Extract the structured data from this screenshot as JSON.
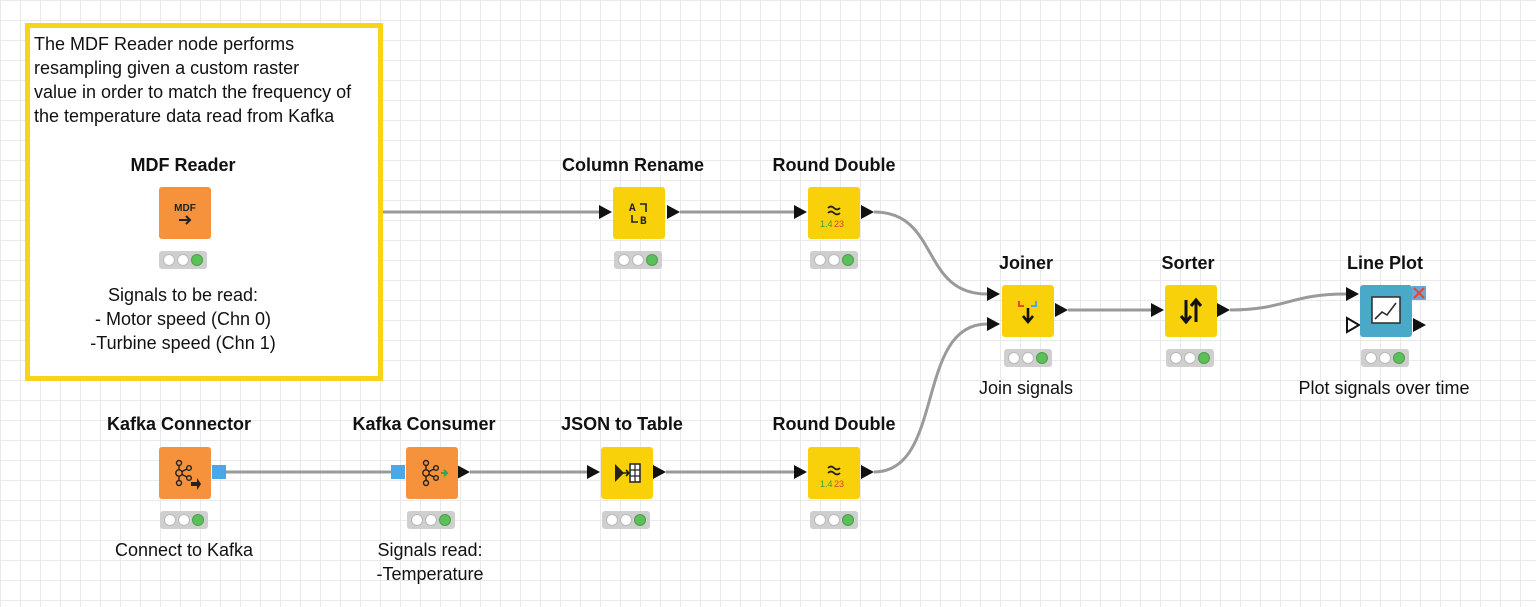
{
  "annotation": {
    "lines": [
      "The MDF Reader node performs",
      "resampling given a custom raster",
      "value in order to match the frequency of",
      "the temperature data read from Kafka"
    ]
  },
  "nodes": {
    "mdf_reader": {
      "title": "MDF Reader",
      "icon_text": "MDF",
      "caption": [
        "Signals to be read:",
        "- Motor speed (Chn 0)",
        "-Turbine speed (Chn 1)"
      ],
      "status": "executed"
    },
    "column_rename": {
      "title": "Column Rename",
      "status": "executed"
    },
    "round_double_1": {
      "title": "Round Double",
      "icon_digits": "1.4",
      "icon_digits_red": "23",
      "status": "executed"
    },
    "joiner": {
      "title": "Joiner",
      "caption": [
        "Join signals"
      ],
      "status": "executed"
    },
    "sorter": {
      "title": "Sorter",
      "status": "executed"
    },
    "line_plot": {
      "title": "Line Plot",
      "caption": [
        "Plot signals over time"
      ],
      "status": "executed"
    },
    "kafka_connector": {
      "title": "Kafka Connector",
      "caption": [
        "Connect to Kafka"
      ],
      "status": "executed"
    },
    "kafka_consumer": {
      "title": "Kafka Consumer",
      "caption": [
        "Signals read:",
        "-Temperature"
      ],
      "status": "executed"
    },
    "json_to_table": {
      "title": "JSON to Table",
      "status": "executed"
    },
    "round_double_2": {
      "title": "Round Double",
      "icon_digits": "1.4",
      "icon_digits_red": "23",
      "status": "executed"
    }
  },
  "connections": [
    [
      "mdf_reader",
      "column_rename"
    ],
    [
      "column_rename",
      "round_double_1"
    ],
    [
      "round_double_1",
      "joiner"
    ],
    [
      "kafka_connector",
      "kafka_consumer"
    ],
    [
      "kafka_consumer",
      "json_to_table"
    ],
    [
      "json_to_table",
      "round_double_2"
    ],
    [
      "round_double_2",
      "joiner"
    ],
    [
      "joiner",
      "sorter"
    ],
    [
      "sorter",
      "line_plot"
    ]
  ],
  "colors": {
    "annotation_border": "#f7d417",
    "source_node": "#f6923b",
    "manipulator_node": "#f9d10a",
    "view_node": "#4aa8c8",
    "status_green": "#5cc05a",
    "wire": "#9a9a9a"
  },
  "icons": {
    "mdf_reader": "mdf-reader-icon",
    "column_rename": "column-rename-icon",
    "round_double": "round-double-icon",
    "joiner": "joiner-icon",
    "sorter": "sorter-icon",
    "line_plot": "line-plot-icon",
    "kafka_connector": "kafka-connector-icon",
    "kafka_consumer": "kafka-consumer-icon",
    "json_to_table": "json-to-table-icon"
  }
}
